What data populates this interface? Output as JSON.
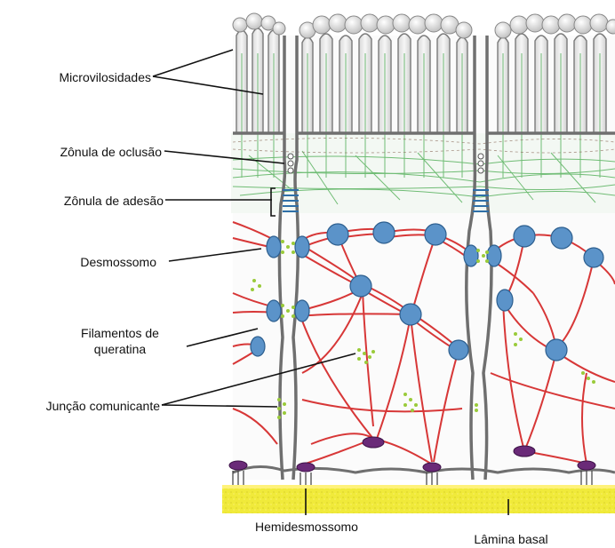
{
  "labels": {
    "microvilli": "Microvilosidades",
    "tight_junction": "Zônula de oclusão",
    "adherens_junction": "Zônula de adesão",
    "desmosome": "Desmossomo",
    "keratin_line1": "Filamentos de",
    "keratin_line2": "queratina",
    "gap_junction": "Junção comunicante",
    "hemidesmosome": "Hemidesmossomo",
    "basal_lamina": "Lâmina basal"
  },
  "colors": {
    "membrane": "#6f6f6f",
    "microvilli_fill": "#e6e6e6",
    "actin_filaments": "#59b25f",
    "keratin_filaments": "#d42222",
    "desmosome_plaque": "#5b93c9",
    "gap_junction": "#9acb3a",
    "adherens_junction": "#2f6fa8",
    "hemidesmosome": "#6a2a78",
    "basal_lamina": "#f0ea3a"
  }
}
